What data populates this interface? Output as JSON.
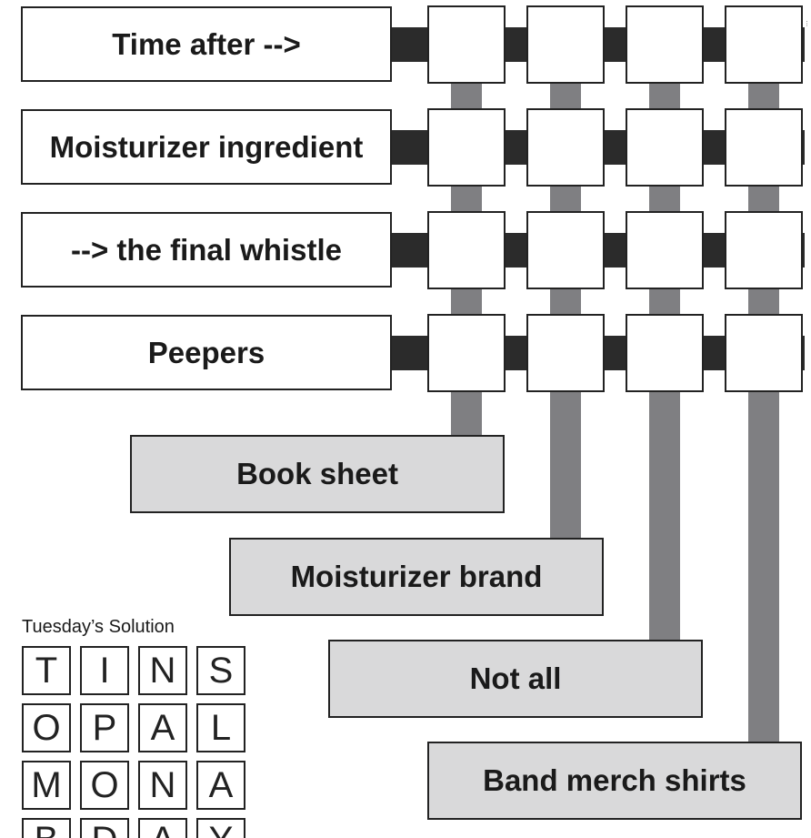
{
  "puzzle": {
    "row_clues": [
      "Time after -->",
      "Moisturizer ingredient",
      "--> the final whistle",
      "Peepers"
    ],
    "column_clues": [
      "Book sheet",
      "Moisturizer brand",
      "Not all",
      "Band merch shirts"
    ],
    "grid_size": 4
  },
  "solution": {
    "title": "Tuesday’s Solution",
    "rows": [
      [
        "T",
        "I",
        "N",
        "S"
      ],
      [
        "O",
        "P",
        "A",
        "L"
      ],
      [
        "M",
        "O",
        "N",
        "A"
      ],
      [
        "B",
        "D",
        "A",
        "Y"
      ]
    ]
  },
  "colors": {
    "row_connector": "#2b2b2b",
    "column_connector": "#7f7f82",
    "column_clue_fill": "#d9d9da",
    "border": "#222222"
  }
}
